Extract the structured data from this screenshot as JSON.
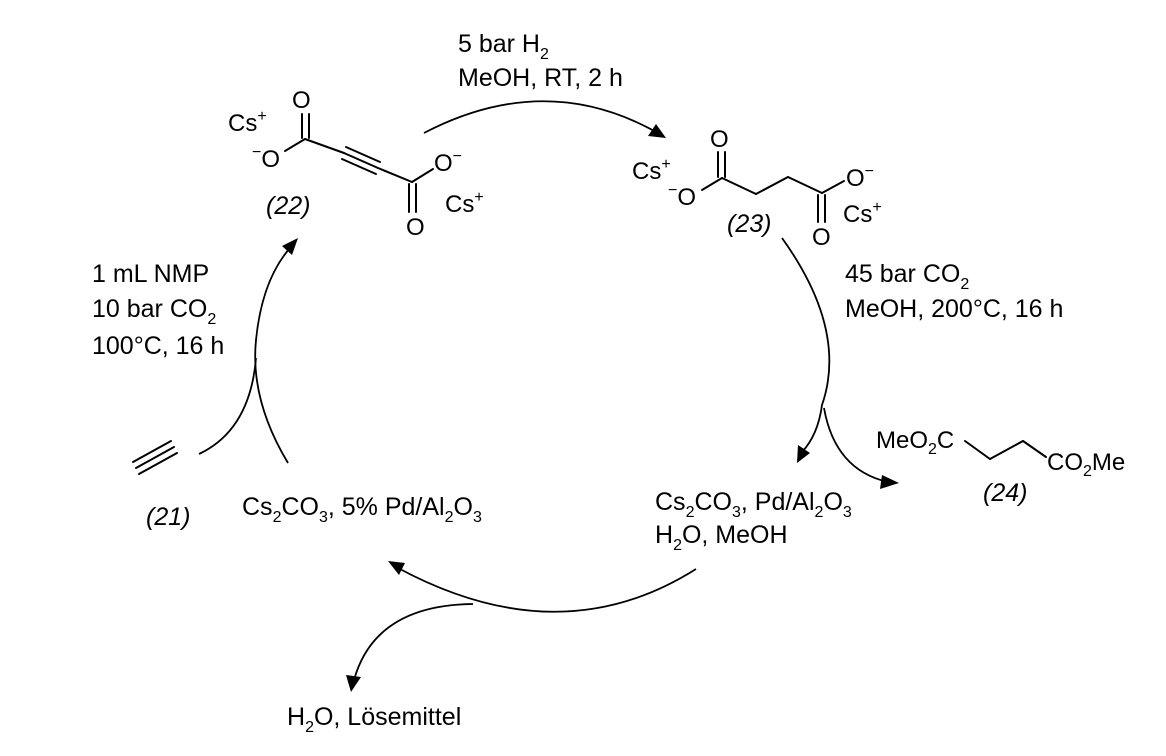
{
  "conditions": {
    "hydrogenation_line1": "5 bar H",
    "hydrogenation_line1_sub": "2",
    "hydrogenation_line2": "MeOH, RT, 2 h",
    "esterification_line1": "45 bar CO",
    "esterification_line1_sub": "2",
    "esterification_line2": "MeOH, 200°C, 16 h",
    "carboxylation_line1": "1 mL NMP",
    "carboxylation_line2": "10 bar CO",
    "carboxylation_line2_sub": "2",
    "carboxylation_line3": "100°C, 16 h"
  },
  "atoms": {
    "cesium": "Cs",
    "plus": "+",
    "oxygen": "O",
    "minus": "−"
  },
  "labels": {
    "c21": "(21)",
    "c22": "(22)",
    "c23": "(23)",
    "c24": "(24)"
  },
  "product24": {
    "left_a": "MeO",
    "left_sub": "2",
    "left_b": "C",
    "right_a": "CO",
    "right_sub": "2",
    "right_b": "Me"
  },
  "catalyst_right": {
    "a": "Cs",
    "a_sub": "2",
    "b": "CO",
    "b_sub": "3",
    "c": ", Pd/Al",
    "c_sub": "2",
    "d": "O",
    "d_sub": "3",
    "line2_a": "H",
    "line2_sub": "2",
    "line2_b": "O, MeOH"
  },
  "catalyst_left": {
    "a": "Cs",
    "a_sub": "2",
    "b": "CO",
    "b_sub": "3",
    "c": ", 5% Pd/Al",
    "c_sub": "2",
    "d": "O",
    "d_sub": "3"
  },
  "byproduct": {
    "a": "H",
    "a_sub": "2",
    "b": "O, Lösemittel"
  }
}
